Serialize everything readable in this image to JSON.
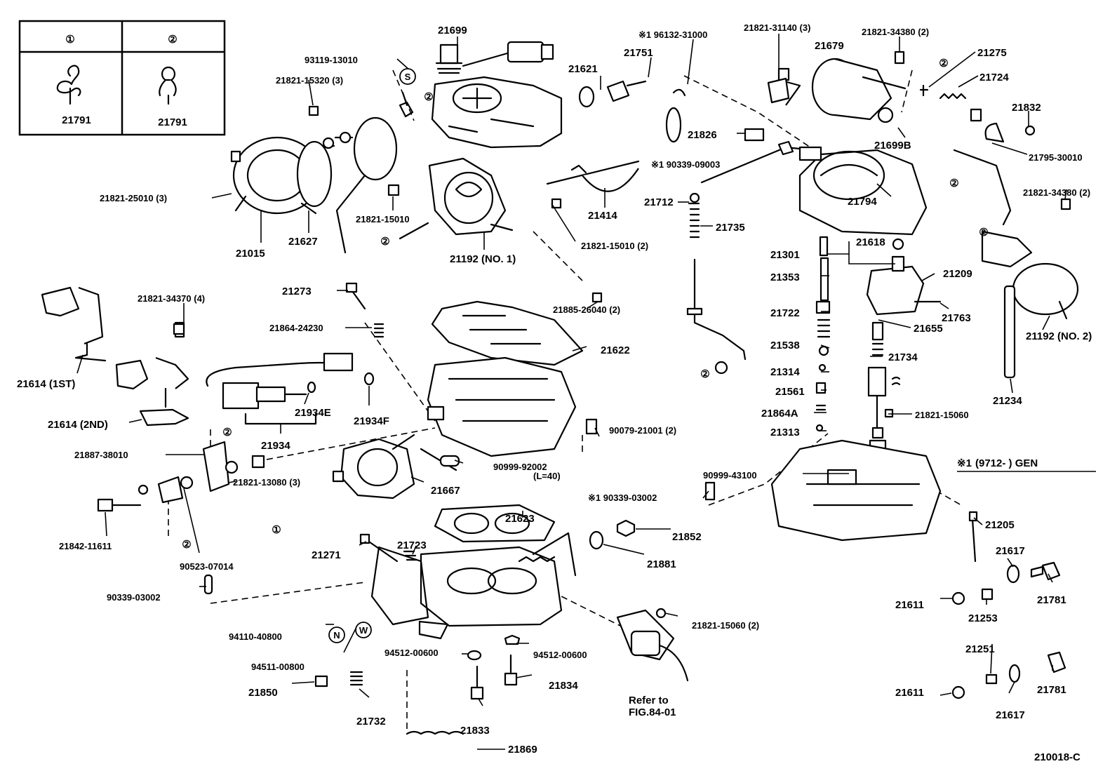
{
  "legend": {
    "col1_symbol": "①",
    "col2_symbol": "②",
    "col1_part": "21791",
    "col2_part": "21791"
  },
  "footnote": {
    "mark": "※1",
    "text": "(9712-        ) GEN"
  },
  "figure_code": "210018-C",
  "reference": {
    "line1": "Refer to",
    "line2": "FIG.84-01"
  },
  "markers": {
    "S": "S",
    "N": "N",
    "W": "W",
    "one": "①",
    "two": "②"
  },
  "labels": {
    "l21699": "21699",
    "l93119": "93119-13010",
    "l21821_15320": "21821-15320 (3)",
    "l21821_25010": "21821-25010 (3)",
    "l21015": "21015",
    "l21627": "21627",
    "l21821_15010a": "21821-15010",
    "l21192_1": "21192 (NO. 1)",
    "l21621": "21621",
    "l21751": "21751",
    "l96132": "※1 96132-31000",
    "l21821_31140": "21821-31140 (3)",
    "l21679": "21679",
    "l21821_34380a": "21821-34380 (2)",
    "l21275": "21275",
    "l21724": "21724",
    "l21832": "21832",
    "l21826": "21826",
    "l90339_09003": "※1 90339-09003",
    "l21699B": "21699B",
    "l21795": "21795-30010",
    "l21821_34380b": "21821-34380 (2)",
    "l21414": "21414",
    "l21712": "21712",
    "l21794": "21794",
    "l21821_15010b": "21821-15010 (2)",
    "l21735": "21735",
    "l21301": "21301",
    "l21618": "21618",
    "l21209": "21209",
    "l21353": "21353",
    "l21763": "21763",
    "l21722": "21722",
    "l21655": "21655",
    "l21192_2": "21192 (NO. 2)",
    "l21538": "21538",
    "l21734": "21734",
    "l21314": "21314",
    "l21234": "21234",
    "l21561": "21561",
    "l21864A": "21864A",
    "l21821_15060a": "21821-15060",
    "l21313": "21313",
    "l21273": "21273",
    "l21885": "21885-26040 (2)",
    "l21821_34370": "21821-34370 (4)",
    "l21864_24230": "21864-24230",
    "l21622": "21622",
    "l21614_1": "21614 (1ST)",
    "l21934E": "21934E",
    "l21934F": "21934F",
    "l21614_2": "21614 (2ND)",
    "l21934": "21934",
    "l90079": "90079-21001 (2)",
    "l21887": "21887-38010",
    "l90999_92002": "90999-92002",
    "l90999_92002_note": "(L=40)",
    "l21821_13080": "21821-13080 (3)",
    "l21667": "21667",
    "l90999_43100": "90999-43100",
    "l90339_03002a": "※1 90339-03002",
    "l21842": "21842-11611",
    "l90523": "90523-07014",
    "l21623": "21623",
    "l21723": "21723",
    "l21271": "21271",
    "l21852": "21852",
    "l21881": "21881",
    "l21205": "21205",
    "l21617a": "21617",
    "l21781a": "21781",
    "l21611a": "21611",
    "l21253": "21253",
    "l90339_03002b": "90339-03002",
    "l94110": "94110-40800",
    "l94511": "94511-00800",
    "l21821_15060b": "21821-15060 (2)",
    "l94512a": "94512-00600",
    "l94512b": "94512-00600",
    "l21251": "21251",
    "l21834": "21834",
    "l21850": "21850",
    "l21732": "21732",
    "l21833": "21833",
    "l21611b": "21611",
    "l21781b": "21781",
    "l21617b": "21617",
    "l21869": "21869"
  }
}
